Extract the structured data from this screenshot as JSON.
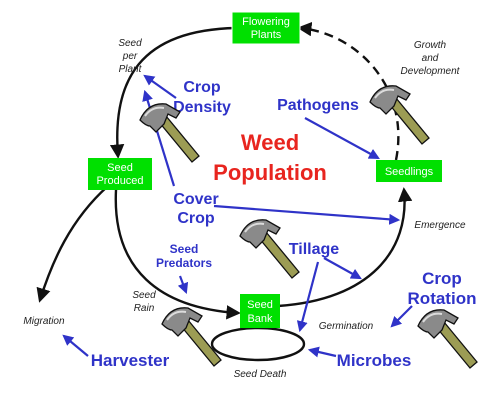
{
  "title": {
    "line1": "Weed",
    "line2": "Population"
  },
  "stages": {
    "flowering": {
      "line1": "Flowering",
      "line2": "Plants"
    },
    "seed_produced": {
      "line1": "Seed",
      "line2": "Produced"
    },
    "seedlings": {
      "line1": "Seedlings"
    },
    "seed_bank": {
      "line1": "Seed",
      "line2": "Bank"
    }
  },
  "processes": {
    "seed_per_plant": {
      "line1": "Seed",
      "line2": "per",
      "line3": "Plant"
    },
    "growth": {
      "line1": "Growth",
      "line2": "and",
      "line3": "Development"
    },
    "emergence": "Emergence",
    "germination": "Germination",
    "seed_rain": {
      "line1": "Seed",
      "line2": "Rain"
    },
    "seed_death": "Seed Death",
    "migration": "Migration"
  },
  "factors": {
    "crop_density": {
      "line1": "Crop",
      "line2": "Density"
    },
    "pathogens": "Pathogens",
    "cover_crop": {
      "line1": "Cover",
      "line2": "Crop"
    },
    "tillage": "Tillage",
    "seed_predators": {
      "line1": "Seed",
      "line2": "Predators"
    },
    "crop_rotation": {
      "line1": "Crop",
      "line2": "Rotation"
    },
    "harvester": "Harvester",
    "microbes": "Microbes"
  },
  "colors": {
    "box": "#00e000",
    "factor": "#2f33c8",
    "title": "#e8251f",
    "arrow": "#111111",
    "hammer_handle": "#9c9c54",
    "hammer_head": "#8a8a8a"
  },
  "icons": [
    "hammer-icon"
  ]
}
